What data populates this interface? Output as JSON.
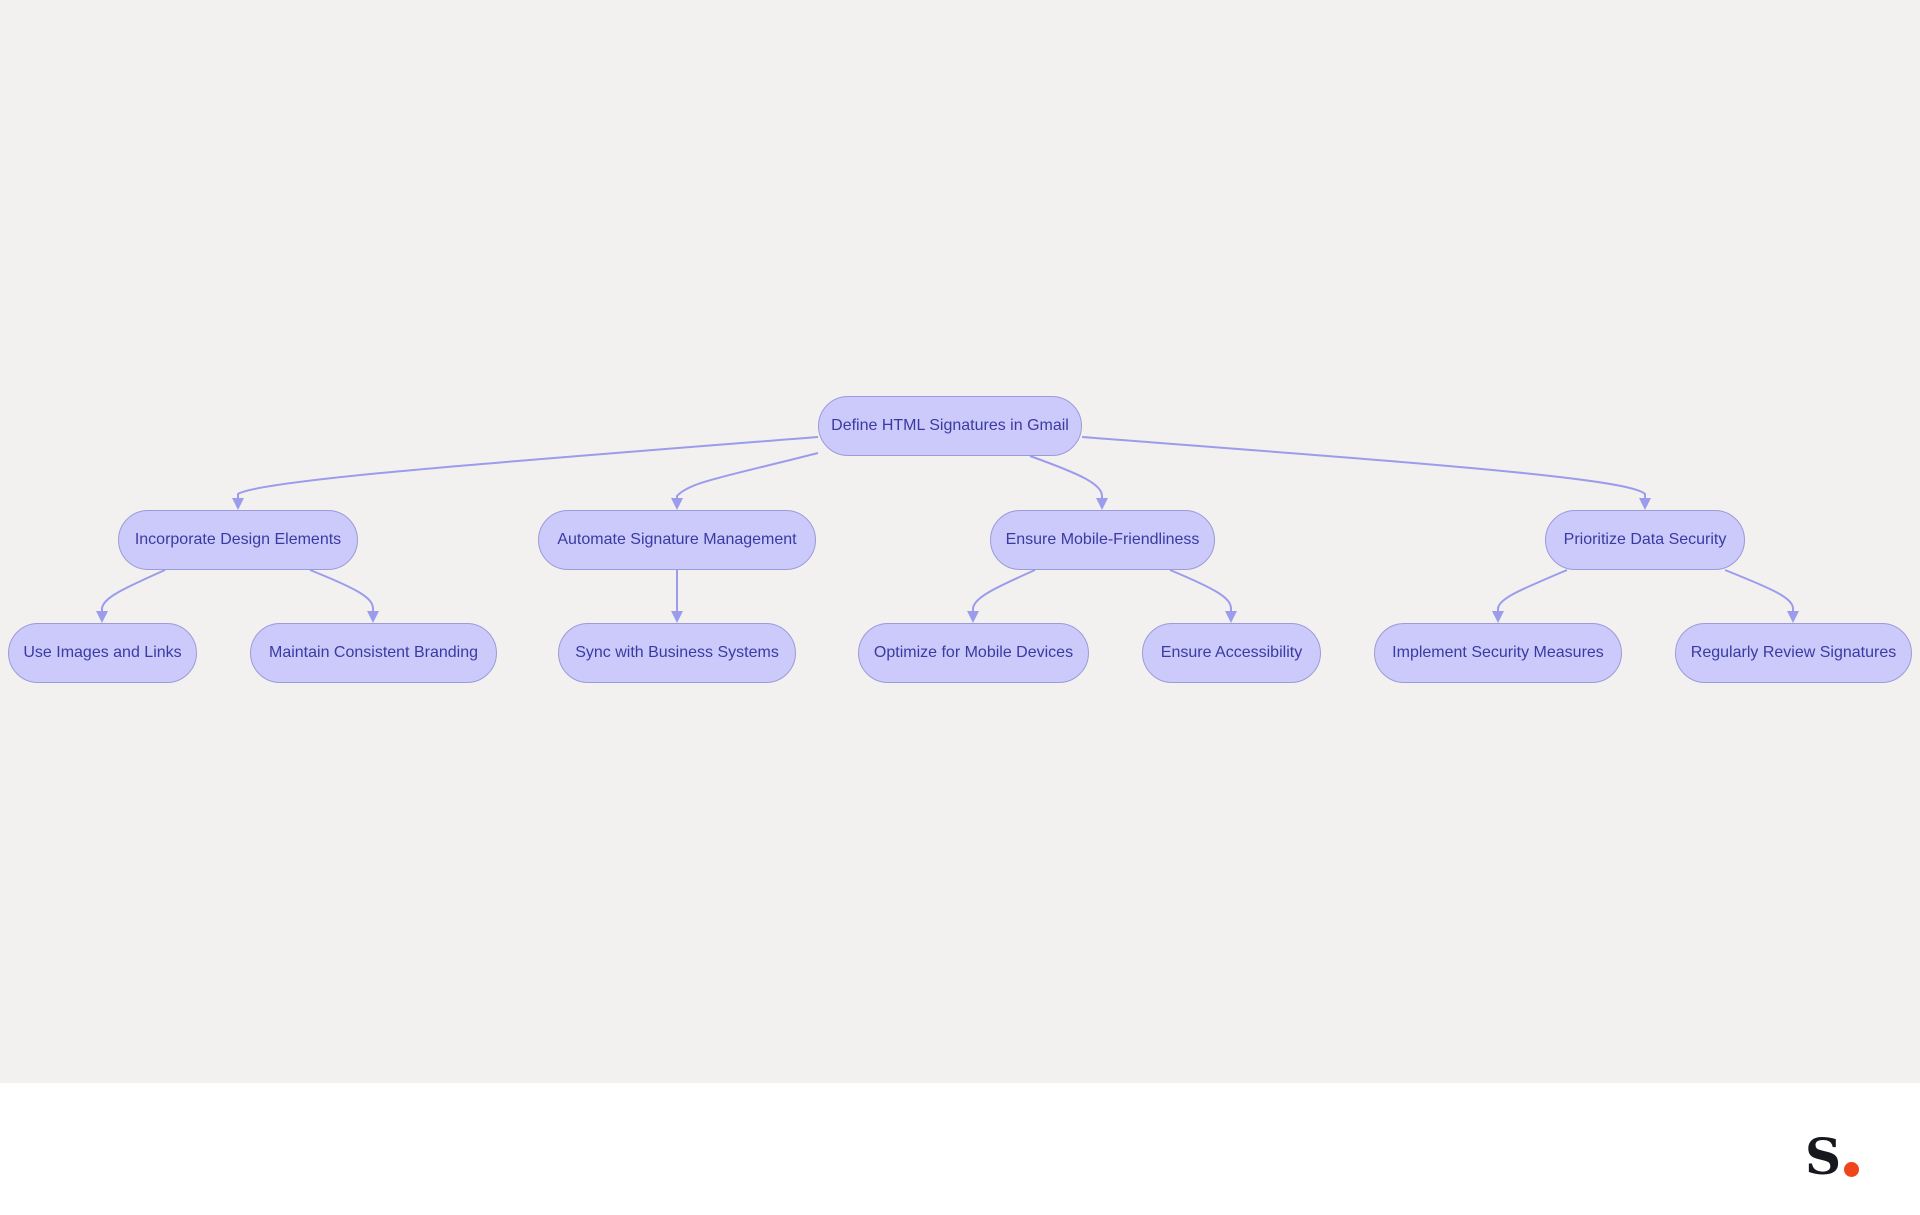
{
  "colors": {
    "background": "#f3f1f0",
    "node_fill": "#cbcafa",
    "node_stroke": "#9c9bd9",
    "node_text": "#3b3aa3",
    "edge": "#9b9cec",
    "footer": "#ffffff",
    "logo_letter": "#16181d",
    "logo_dot": "#f0441a"
  },
  "diagram": {
    "root": {
      "label": "Define HTML Signatures in Gmail"
    },
    "branches": [
      {
        "label": "Incorporate Design Elements",
        "children": [
          {
            "label": "Use Images and Links"
          },
          {
            "label": "Maintain Consistent Branding"
          }
        ]
      },
      {
        "label": "Automate Signature Management",
        "children": [
          {
            "label": "Sync with Business Systems"
          }
        ]
      },
      {
        "label": "Ensure Mobile-Friendliness",
        "children": [
          {
            "label": "Optimize for Mobile Devices"
          },
          {
            "label": "Ensure Accessibility"
          }
        ]
      },
      {
        "label": "Prioritize Data Security",
        "children": [
          {
            "label": "Implement Security Measures"
          },
          {
            "label": "Regularly Review Signatures"
          }
        ]
      }
    ]
  },
  "logo": {
    "letter": "S",
    "icon": "brand-logo-dot"
  }
}
